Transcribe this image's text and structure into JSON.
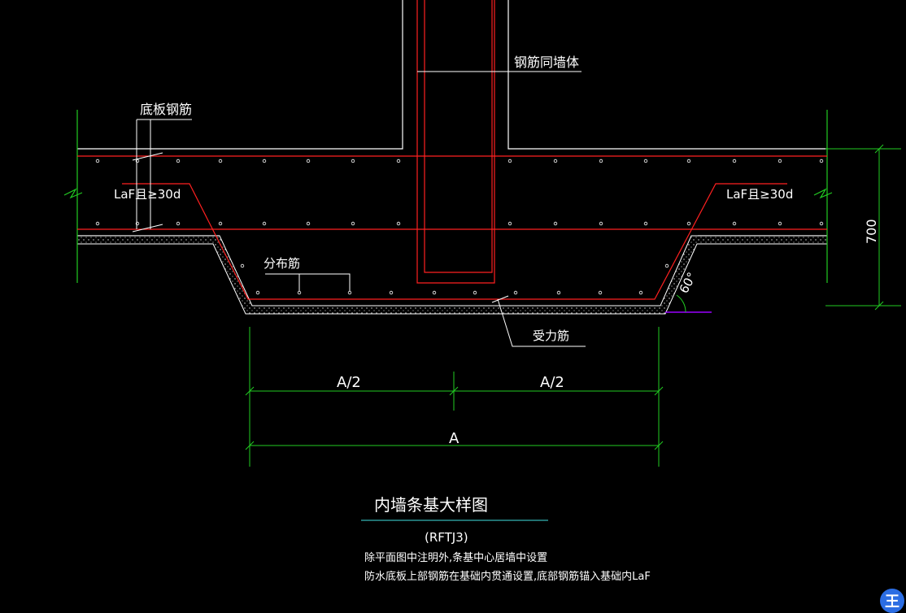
{
  "labels": {
    "wall_rebar": "钢筋同墙体",
    "slab_rebar": "底板钢筋",
    "anchor_left": "LaF且≥30d",
    "anchor_right": "LaF且≥30d",
    "distribution_rebar": "分布筋",
    "main_rebar": "受力筋",
    "angle": "60°",
    "height_dim": "700",
    "half_width_left": "A/2",
    "half_width_right": "A/2",
    "full_width": "A"
  },
  "title": {
    "main": "内墙条基大样图",
    "code": "(RFTJ3)"
  },
  "notes": [
    "除平面图中注明外,条基中心居墙中设置",
    "防水底板上部钢筋在基础内贯通设置,底部钢筋锚入基础内LaF"
  ],
  "logo_text": "王",
  "colors": {
    "background": "#000000",
    "outline": "#ffffff",
    "rebar": "#ff2020",
    "dimension": "#22cc22",
    "title_underline": "#40e0e0",
    "angle_line": "#9900ff",
    "logo": "#2b6de3"
  }
}
